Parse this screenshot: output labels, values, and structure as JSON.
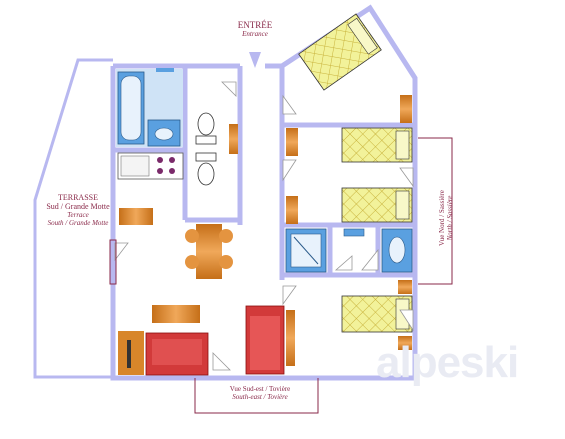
{
  "labels": {
    "entrance_fr": "ENTRÉE",
    "entrance_en": "Entrance",
    "terrace_fr": "TERRASSE",
    "terrace_view_fr": "Sud / Grande Motte",
    "terrace_en": "Terrace",
    "terrace_view_en": "South / Grande Motte",
    "view_se_fr": "Vue Sud-est / Tovière",
    "view_se_en": "South-east / Tovière",
    "view_n_fr": "Vue Nord / Sassière",
    "view_n_en": "North / Sassière"
  },
  "brand": {
    "logo": "alpeski"
  },
  "colors": {
    "wall": "#b8b8f0",
    "bathroom_blue": "#5aa0e0",
    "bed_yellow": "#f2f29a",
    "bed_grid": "#c8b23c",
    "wood": "#d8862a",
    "sofa_red": "#d23a3a",
    "label": "#8a2a4a"
  },
  "icons": [
    "bathtub-icon",
    "washbasin-icon",
    "toilet-icon",
    "stove-icon",
    "dining-table-icon",
    "sofa-icon",
    "bed-icon",
    "shower-icon",
    "door-swing-icon",
    "entrance-arrow-icon"
  ]
}
